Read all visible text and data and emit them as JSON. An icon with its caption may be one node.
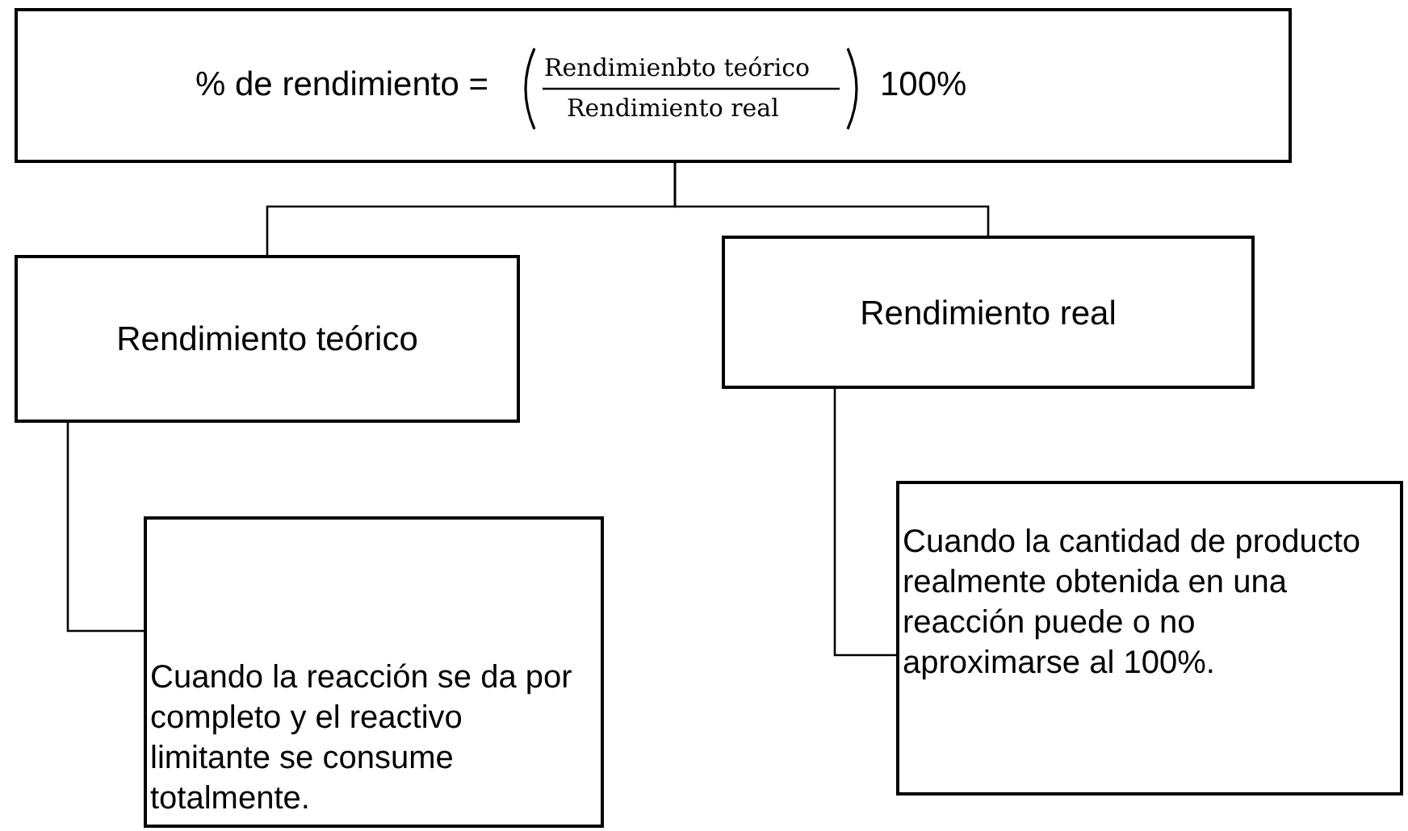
{
  "diagram": {
    "nodes": [
      {
        "text": [
          "% de rendimiento =",
          "Rendimienbto teórico",
          "Rendimiento real",
          "100%"
        ]
      },
      {
        "text": [
          "Rendimiento teórico"
        ]
      },
      {
        "text": [
          "Rendimiento real"
        ]
      },
      {
        "text": [
          "Cuando la reacción se da por completo y el reactivo limitante se consume totalmente."
        ]
      },
      {
        "text": [
          "Cuando la cantidad de producto realmente obtenida en una reacción puede o no aproximarse al 100%."
        ]
      }
    ],
    "edges": [
      {
        "from": 0,
        "to": 1,
        "arrow": "none"
      },
      {
        "from": 0,
        "to": 2,
        "arrow": "none"
      },
      {
        "from": 1,
        "to": 3,
        "arrow": "none"
      },
      {
        "from": 2,
        "to": 4,
        "arrow": "none"
      }
    ]
  }
}
